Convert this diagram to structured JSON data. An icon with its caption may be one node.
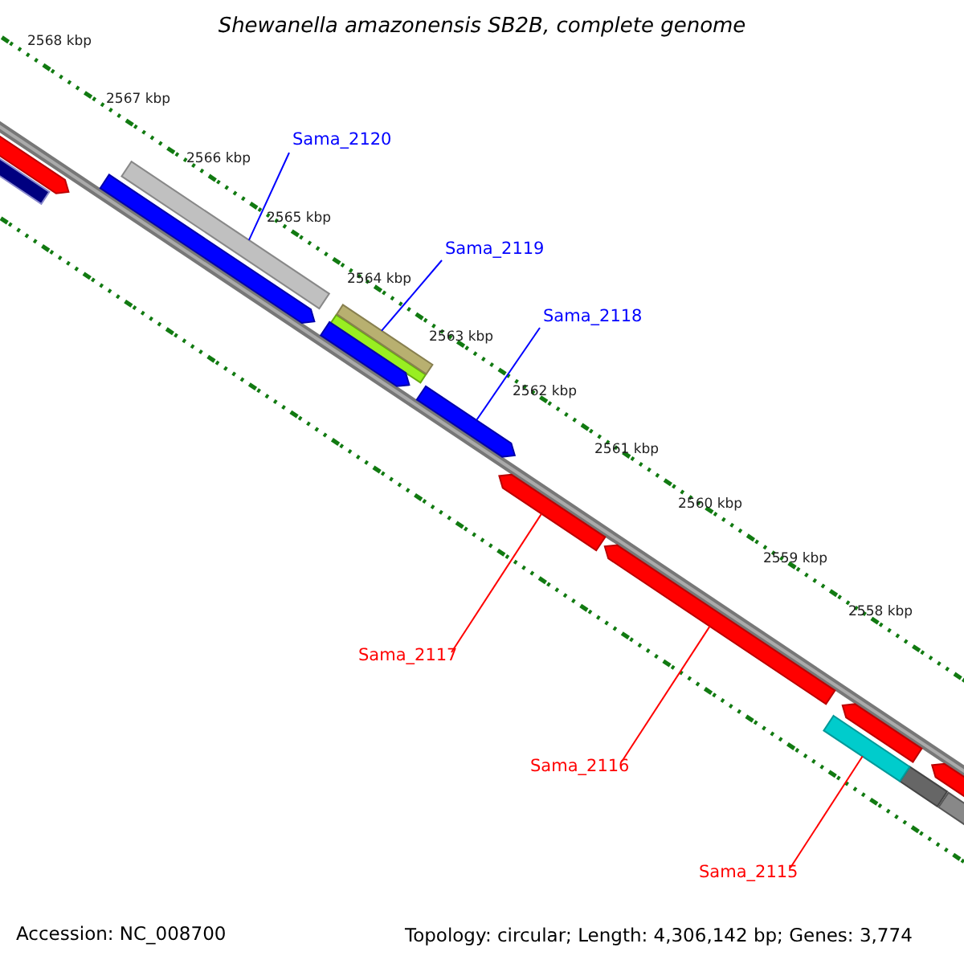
{
  "diagram": {
    "title": "Shewanella amazonensis SB2B, complete genome",
    "nodes": [
      {
        "text": [
          "Sama_2120"
        ]
      },
      {
        "text": [],
        "shape": "bar"
      },
      {
        "text": [
          "Sama_2119"
        ]
      },
      {
        "text": [],
        "shape": "bar"
      },
      {
        "text": [
          "Sama_2118"
        ]
      },
      {
        "text": [],
        "shape": "bar"
      },
      {
        "text": [
          "Sama_2117"
        ]
      },
      {
        "text": [],
        "shape": "bar"
      },
      {
        "text": [
          "Sama_2116"
        ]
      },
      {
        "text": [],
        "shape": "bar"
      },
      {
        "text": [
          "Sama_2115"
        ]
      },
      {
        "text": [],
        "shape": "bar"
      }
    ],
    "edges": [
      {
        "from": 0,
        "to": 1,
        "arrow": "none",
        "color": "#0000ff"
      },
      {
        "from": 2,
        "to": 3,
        "arrow": "none",
        "color": "#0000ff"
      },
      {
        "from": 4,
        "to": 5,
        "arrow": "none",
        "color": "#0000ff"
      },
      {
        "from": 6,
        "to": 7,
        "arrow": "none",
        "color": "#ff0000"
      },
      {
        "from": 8,
        "to": 9,
        "arrow": "none",
        "color": "#ff0000"
      },
      {
        "from": 10,
        "to": 11,
        "arrow": "none",
        "color": "#ff0000"
      }
    ],
    "labels": [
      "2568 kbp",
      "2567 kbp",
      "2566 kbp",
      "2565 kbp",
      "2564 kbp",
      "2563 kbp",
      "2562 kbp",
      "2561 kbp",
      "2560 kbp",
      "2559 kbp",
      "2558 kbp",
      "Accession: NC_008700",
      "Topology: circular; Length: 4,306,142 bp; Genes: 3,774"
    ]
  }
}
